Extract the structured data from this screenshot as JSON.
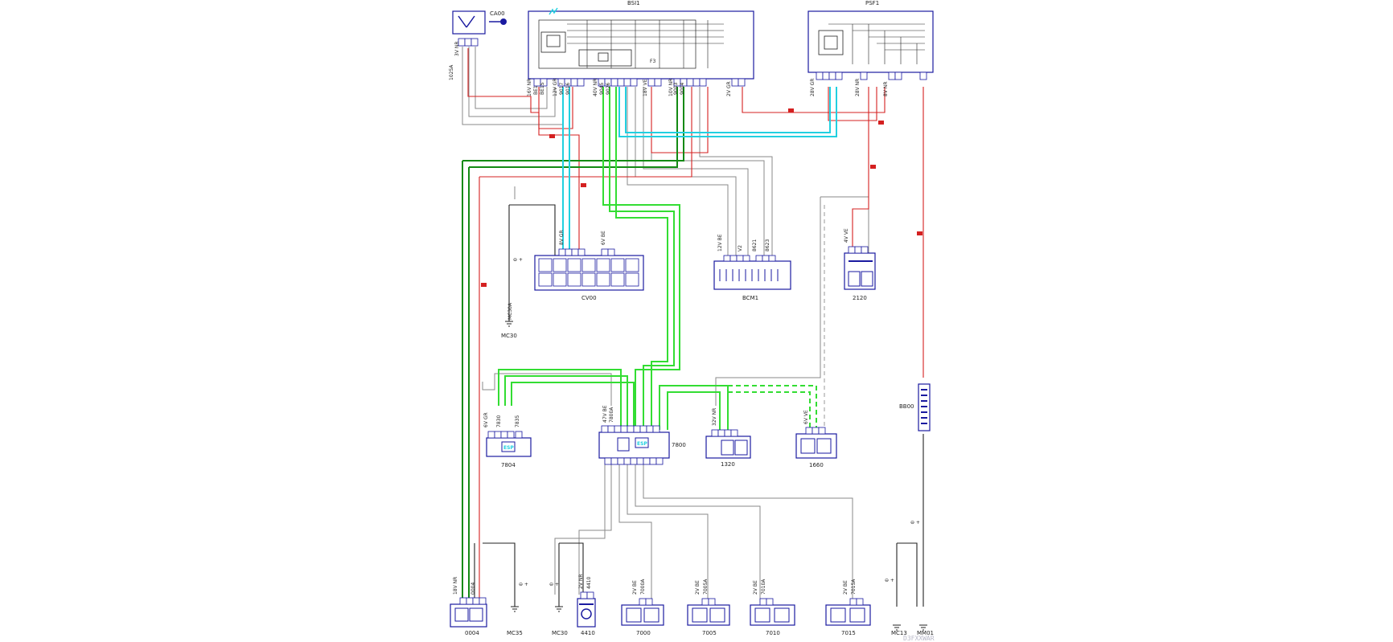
{
  "components": [
    {
      "id": "CA00",
      "label": "CA00"
    },
    {
      "id": "BSI1",
      "label": "BSI1"
    },
    {
      "id": "PSF1",
      "label": "PSF1"
    },
    {
      "id": "CV00",
      "label": "CV00"
    },
    {
      "id": "BCM1",
      "label": "BCM1"
    },
    {
      "id": "2120",
      "label": "2120"
    },
    {
      "id": "MC30a",
      "label": "MC30"
    },
    {
      "id": "BB00",
      "label": "BB00"
    },
    {
      "id": "7804",
      "label": "7804"
    },
    {
      "id": "7800",
      "label": "7800"
    },
    {
      "id": "1320",
      "label": "1320"
    },
    {
      "id": "1660",
      "label": "1660"
    },
    {
      "id": "0004",
      "label": "0004"
    },
    {
      "id": "MC35",
      "label": "MC35"
    },
    {
      "id": "MC30b",
      "label": "MC30"
    },
    {
      "id": "4410",
      "label": "4410"
    },
    {
      "id": "7000",
      "label": "7000"
    },
    {
      "id": "7005",
      "label": "7005"
    },
    {
      "id": "7010",
      "label": "7010"
    },
    {
      "id": "7015",
      "label": "7015"
    },
    {
      "id": "MC13",
      "label": "MC13"
    },
    {
      "id": "MM01",
      "label": "MM01"
    }
  ],
  "connector_labels": {
    "ca00": "3V NR",
    "bsi_16v": "16V NR",
    "bsi_12v": "12V GR",
    "bsi_40v": "40V NR",
    "bsi_18v": "18V VE",
    "bsi_10v": "10V NR",
    "psf_2v": "2V GR",
    "psf_28v": "28V GR",
    "psf_28vnr": "28V NR",
    "psf_8v": "8V NR",
    "cv00": "8V GR",
    "cv00b": "6V BE",
    "bcm": "12V BE",
    "c2120": "4V VE",
    "c7804": "6V GR",
    "c7800": "47V BE",
    "c1320": "32V NR",
    "c1660": "6V VE",
    "c0004": "18V NR",
    "c4410": "2V NR",
    "c7000": "2V BE",
    "c7005": "2V BE",
    "c7010": "2V BE",
    "c7015": "2V BE",
    "sig_1025a": "1025A",
    "esp1": "ESP",
    "esp2": "ESP"
  },
  "wire_codes": {
    "w1": "BE1",
    "w2": "BE1S",
    "w3": "9017",
    "w4": "9016",
    "w5": "9045",
    "w6": "9026",
    "w7": "9003",
    "w8": "9004",
    "w9": "7830",
    "w10": "7835",
    "w11": "7800A",
    "w12": "0004",
    "w13": "V2",
    "w14": "8621",
    "w15": "8623",
    "w16": "MC30A",
    "w17": "4410",
    "w18": "7000A",
    "w19": "7005A",
    "w20": "7010A",
    "w21": "7015A"
  },
  "fuse_marks": {
    "f_label": "F3"
  },
  "ground_symbol": "⊖ +",
  "watermark": "D3FXXWAR",
  "colors": {
    "blue_frame": "#1a1aa0",
    "wire_black": "#2a2a2a",
    "wire_gray": "#808080",
    "wire_red": "#d42020",
    "wire_green": "#138a13",
    "wire_lightgreen": "#33dd33",
    "wire_cyan": "#22d0e0"
  }
}
